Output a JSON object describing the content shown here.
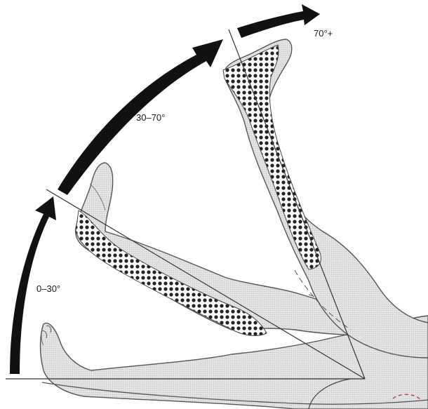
{
  "figure": {
    "angle_labels": [
      "0–30°",
      "30–70°",
      "70°+"
    ]
  },
  "colors": {
    "arrow": "#111111",
    "skin": "#e6e6e6",
    "skin_dark": "#cfcfcf",
    "outline": "#555555",
    "dots": "#222222",
    "line": "#333333"
  }
}
